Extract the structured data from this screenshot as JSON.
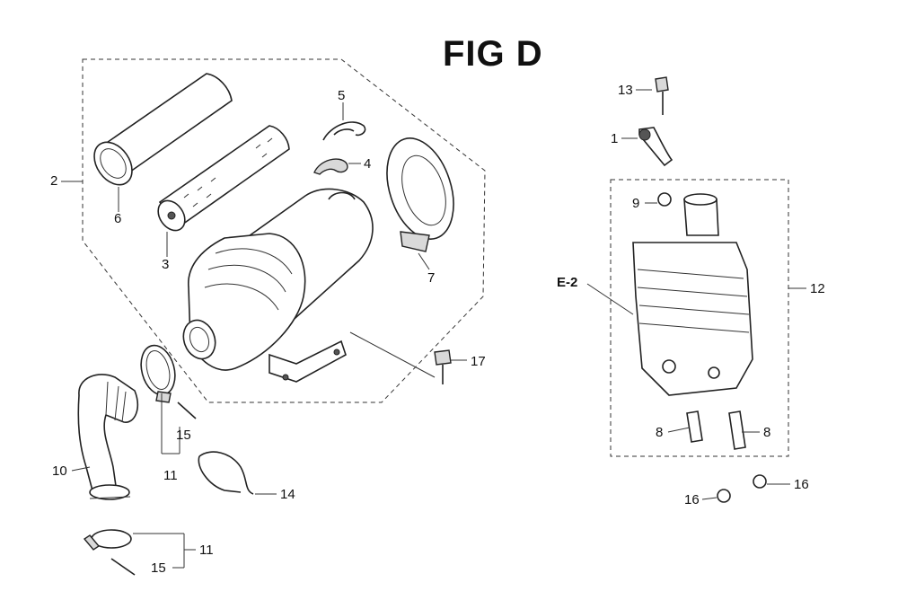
{
  "title": "FIG D",
  "labels": {
    "l1": "1",
    "l2": "2",
    "l3": "3",
    "l4": "4",
    "l5": "5",
    "l6": "6",
    "l7": "7",
    "l8a": "8",
    "l8b": "8",
    "l9": "9",
    "l10": "10",
    "l11a": "11",
    "l11b": "11",
    "l12": "12",
    "l13": "13",
    "l14": "14",
    "l15a": "15",
    "l15b": "15",
    "l16a": "16",
    "l16b": "16",
    "l17": "17",
    "ref": "E-2"
  }
}
